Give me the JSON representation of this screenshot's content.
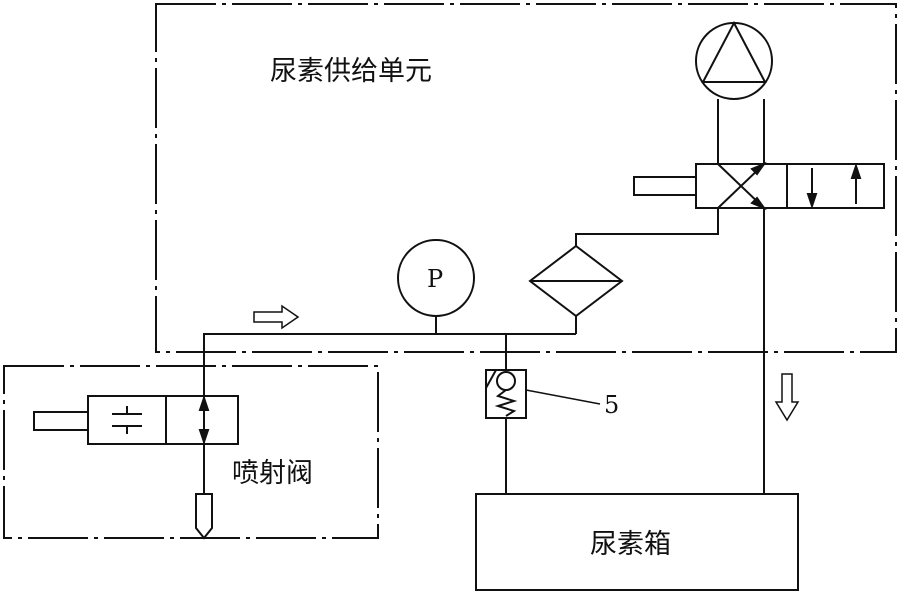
{
  "diagram": {
    "supply_unit_label": "尿素供给单元",
    "injector_label": "喷射阀",
    "tank_label": "尿素箱",
    "pressure_sensor_label": "P",
    "check_valve_callout": "5"
  },
  "symbols": {
    "pump": "pump-icon",
    "directional_valve": "reversing-valve-icon",
    "filter": "filter-icon",
    "pressure_sensor": "pressure-gauge-icon",
    "check_valve": "check-valve-icon",
    "injector_valve": "injector-valve-icon",
    "nozzle": "nozzle-icon",
    "flow_arrow_right": "flow-arrow-right-icon",
    "flow_arrow_down": "flow-arrow-down-icon"
  }
}
